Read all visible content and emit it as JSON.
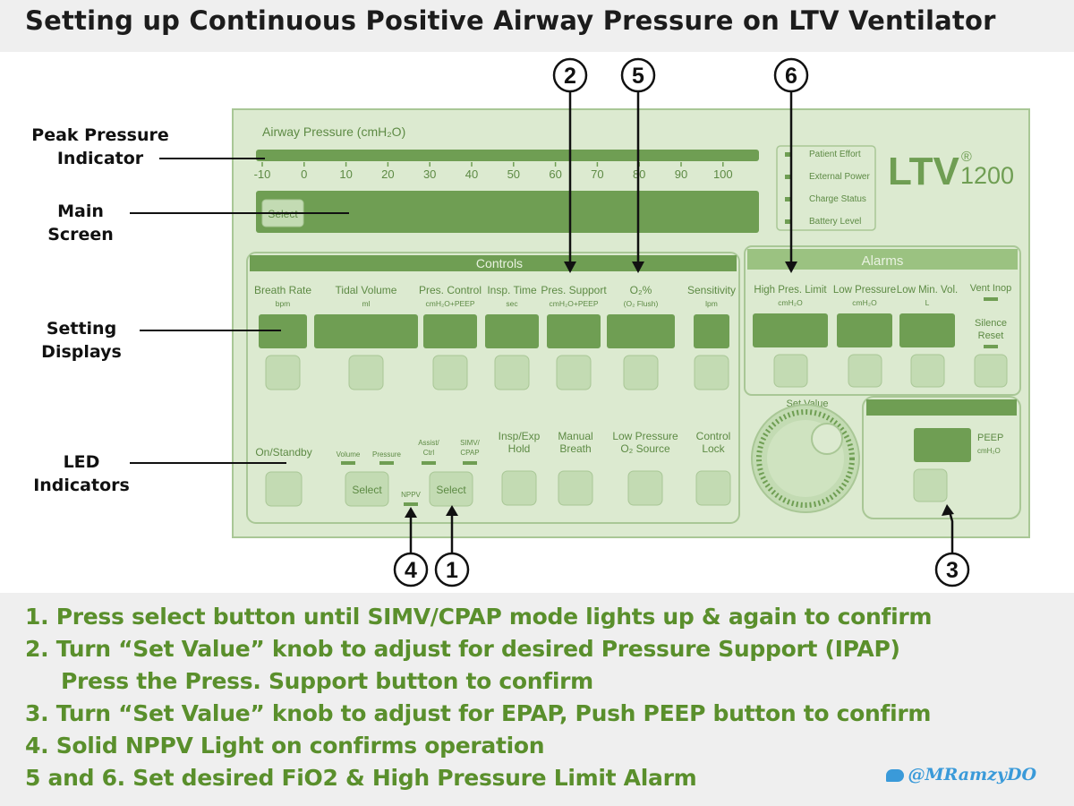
{
  "title": "Setting up Continuous Positive Airway Pressure on LTV Ventilator",
  "side_labels": {
    "peak_pressure": [
      "Peak Pressure",
      "Indicator"
    ],
    "main_screen": [
      "Main",
      "Screen"
    ],
    "setting_displays": [
      "Setting",
      "Displays"
    ],
    "led_indicators": [
      "LED",
      "Indicators"
    ]
  },
  "panel": {
    "airway_pressure_label": "Airway Pressure (cmH₂O)",
    "scale_ticks": [
      "-10",
      "0",
      "10",
      "20",
      "30",
      "40",
      "50",
      "60",
      "70",
      "80",
      "90",
      "100"
    ],
    "select_label": "Select",
    "status_leds": [
      "Patient Effort",
      "External Power",
      "Charge Status",
      "Battery Level"
    ],
    "brand": "LTV",
    "brand_reg": "®",
    "model": "1200",
    "controls_header": "Controls",
    "alarms_header": "Alarms",
    "controls": [
      {
        "name": "Breath Rate",
        "unit": "bpm"
      },
      {
        "name": "Tidal Volume",
        "unit": "ml"
      },
      {
        "name": "Pres. Control",
        "unit": "cmH₂O+PEEP"
      },
      {
        "name": "Insp. Time",
        "unit": "sec"
      },
      {
        "name": "Pres. Support",
        "unit": "cmH₂O+PEEP"
      },
      {
        "name": "O₂%",
        "unit": "(O₂ Flush)"
      },
      {
        "name": "Sensitivity",
        "unit": "lpm"
      }
    ],
    "alarms": [
      {
        "name": "High Pres. Limit",
        "unit": "cmH₂O"
      },
      {
        "name": "Low Pressure",
        "unit": "cmH₂O"
      },
      {
        "name": "Low Min. Vol.",
        "unit": "L"
      }
    ],
    "vent_inop": "Vent Inop",
    "silence_reset": [
      "Silence",
      "Reset"
    ],
    "set_value": "Set Value",
    "peep": "PEEP",
    "peep_unit": "cmH₂O",
    "on_standby": "On/Standby",
    "volume": "Volume",
    "pressure": "Pressure",
    "assist_ctrl": [
      "Assist/",
      "Ctrl"
    ],
    "simv_cpap": [
      "SIMV/",
      "CPAP"
    ],
    "select1": "Select",
    "select2": "Select",
    "nppv": "NPPV",
    "insp_exp_hold": [
      "Insp/Exp",
      "Hold"
    ],
    "manual_breath": [
      "Manual",
      "Breath"
    ],
    "low_pressure_o2": [
      "Low Pressure",
      "O₂ Source"
    ],
    "control_lock": [
      "Control",
      "Lock"
    ]
  },
  "callouts": [
    "1",
    "2",
    "3",
    "4",
    "5",
    "6"
  ],
  "instructions": [
    "1.  Press select button until SIMV/CPAP mode lights up & again to confirm",
    "2. Turn “Set Value” knob to adjust for desired Pressure Support (IPAP)",
    "Press the Press. Support button to confirm",
    "3. Turn “Set Value” knob to adjust for EPAP, Push PEEP button to confirm",
    "4. Solid NPPV Light on confirms operation",
    "5 and 6. Set desired FiO2 & High Pressure Limit Alarm"
  ],
  "twitter_handle": "@MRamzyDO",
  "colors": {
    "panel_bg": "#d9e8cc",
    "panel_dark": "#6f9e53",
    "panel_line": "#a9c796",
    "button": "#c3dbb3",
    "instruction_text": "#5a8f2c",
    "twitter": "#3a9ad9"
  }
}
